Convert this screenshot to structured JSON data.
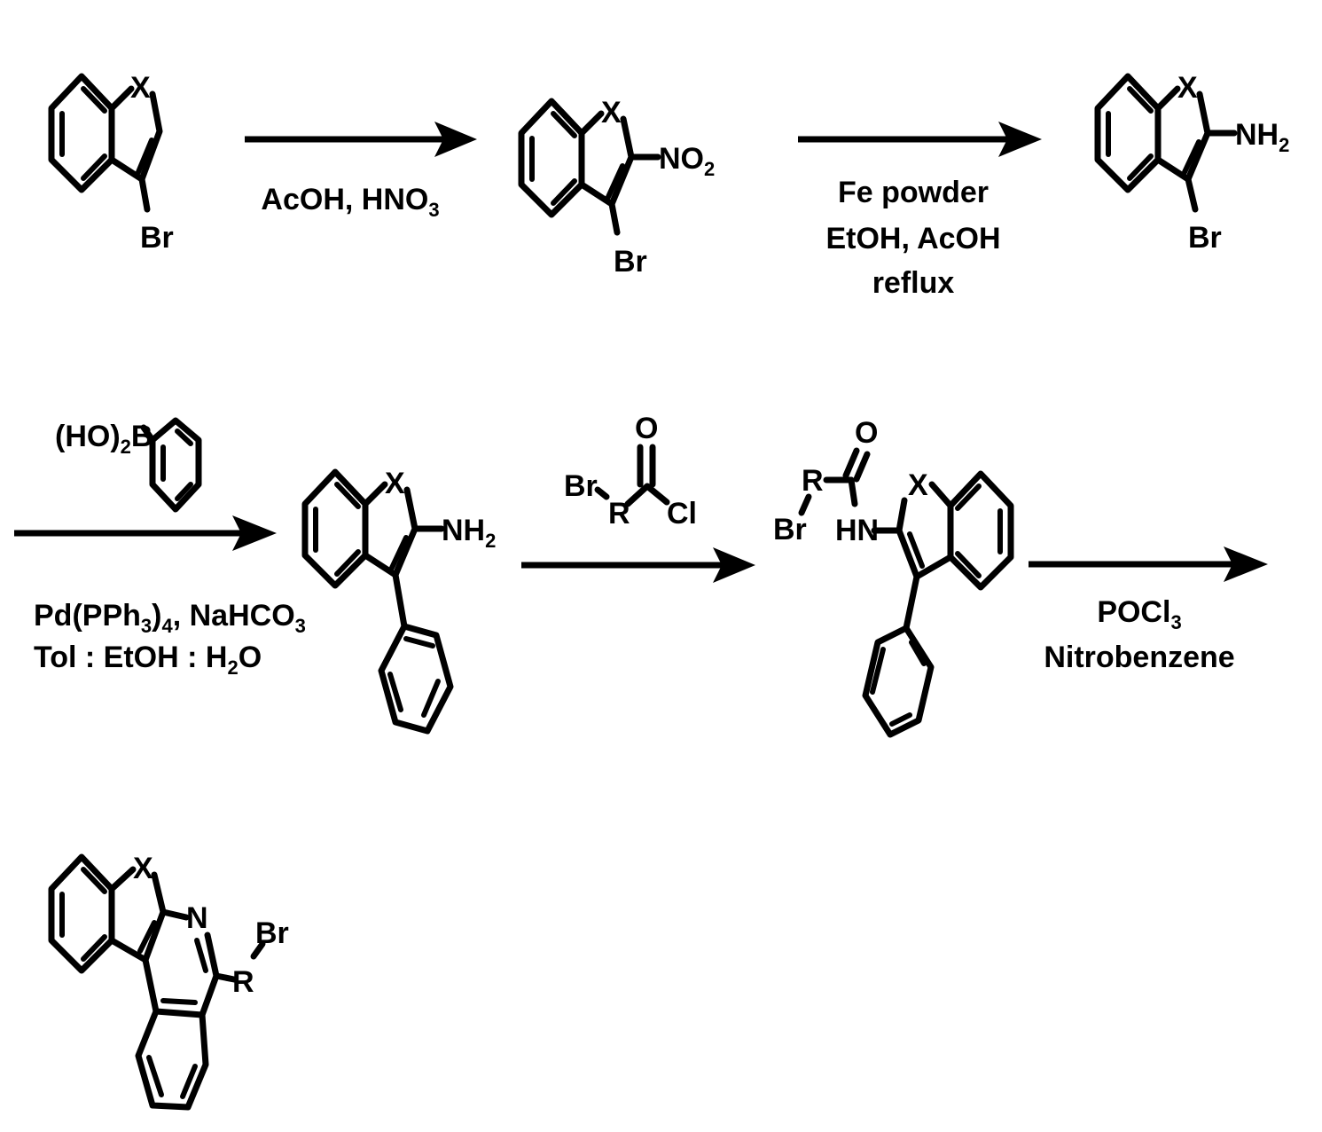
{
  "labels": {
    "X": "X",
    "Br": "Br",
    "NO": "NO",
    "NH": "NH",
    "N": "N",
    "R": "R",
    "O": "O",
    "Cl": "Cl",
    "HN": "HN",
    "HO_B_prefix": "(HO)",
    "B": "B",
    "sub2": "2",
    "sub3": "3",
    "sub4": "4"
  },
  "steps": [
    {
      "id": "step1",
      "lines": [
        {
          "parts": [
            "AcOH, HNO",
            "3"
          ]
        }
      ]
    },
    {
      "id": "step2",
      "lines": [
        {
          "parts": [
            "Fe powder"
          ]
        },
        {
          "parts": [
            "EtOH, AcOH"
          ]
        },
        {
          "parts": [
            "reflux"
          ]
        }
      ]
    },
    {
      "id": "step3",
      "lines": [
        {
          "parts": [
            "Pd(PPh",
            "3",
            ")",
            "4",
            ", NaHCO",
            "3"
          ]
        },
        {
          "parts": [
            "Tol : EtOH : H",
            "2",
            "O"
          ]
        }
      ]
    },
    {
      "id": "step5",
      "lines": [
        {
          "parts": [
            "POCl",
            "3"
          ]
        },
        {
          "parts": [
            "Nitrobenzene"
          ]
        }
      ]
    }
  ]
}
